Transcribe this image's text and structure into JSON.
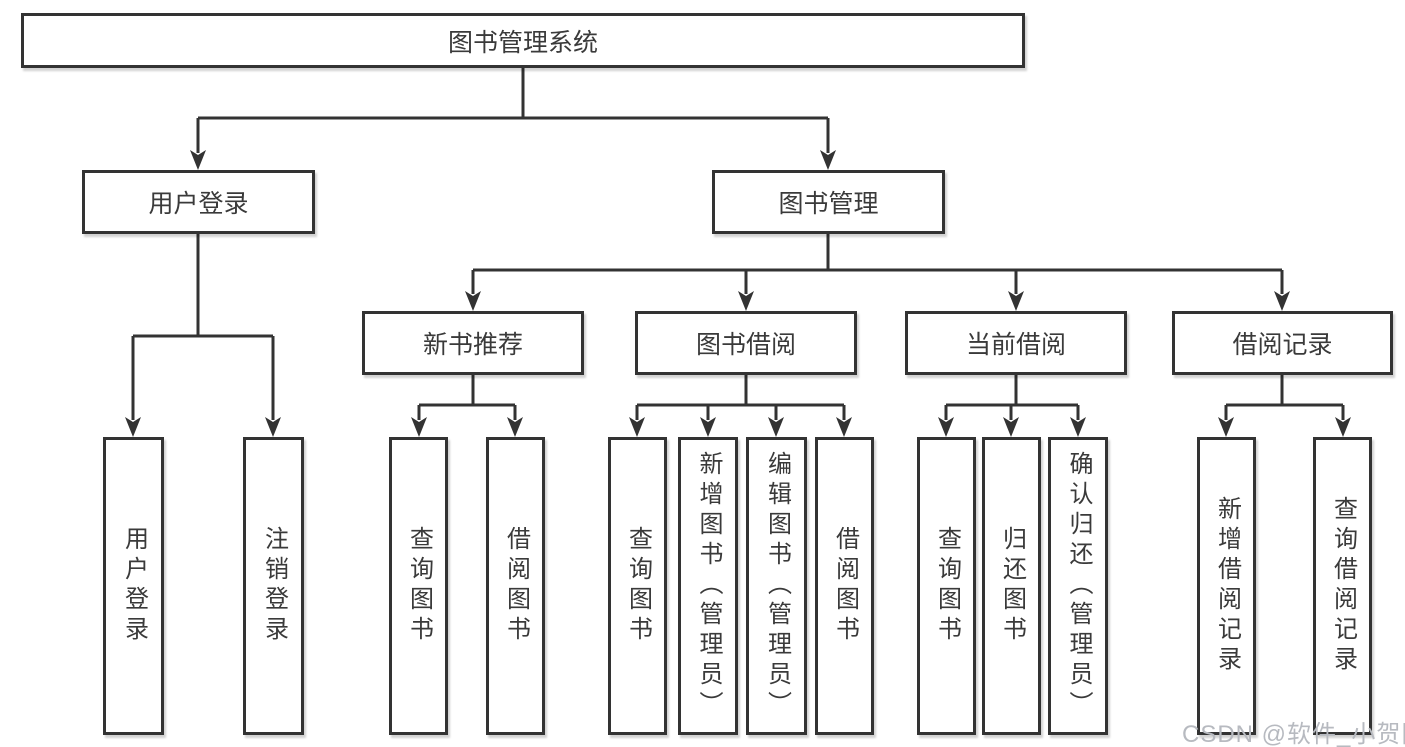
{
  "diagram": {
    "root": {
      "label": "图书管理系统"
    },
    "branches": {
      "user_login": {
        "label": "用户登录",
        "children": {
          "login": {
            "label": "用户登录"
          },
          "logout": {
            "label": "注销登录"
          }
        }
      },
      "book_mgmt": {
        "label": "图书管理",
        "children": {
          "new_book": {
            "label": "新书推荐",
            "children": {
              "query": {
                "label": "查询图书"
              },
              "borrow": {
                "label": "借阅图书"
              }
            }
          },
          "book_borrow": {
            "label": "图书借阅",
            "children": {
              "query": {
                "label": "查询图书"
              },
              "add": {
                "label": "新增图书（管理员）"
              },
              "edit": {
                "label": "编辑图书（管理员）"
              },
              "borrow": {
                "label": "借阅图书"
              }
            }
          },
          "current_borrow": {
            "label": "当前借阅",
            "children": {
              "query": {
                "label": "查询图书"
              },
              "return": {
                "label": "归还图书"
              },
              "confirm": {
                "label": "确认归还（管理员）"
              }
            }
          },
          "borrow_records": {
            "label": "借阅记录",
            "children": {
              "add": {
                "label": "新增借阅记录"
              },
              "query": {
                "label": "查询借阅记录"
              }
            }
          }
        }
      }
    },
    "colors": {
      "line": "#333333",
      "text": "#3a3a3a",
      "box_background": "#ffffff",
      "watermark": "#b7bac0"
    }
  },
  "watermark": {
    "text": "CSDN @软件_小贺同学"
  }
}
